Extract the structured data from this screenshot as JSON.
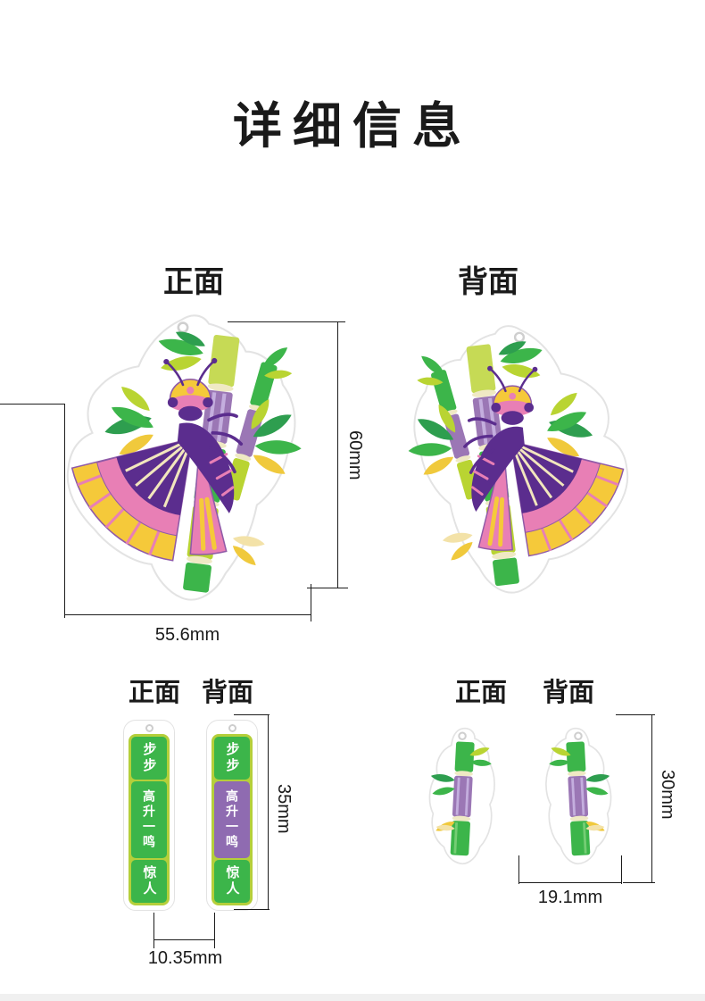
{
  "title": "详细信息",
  "main_view": {
    "front_label": "正面",
    "back_label": "背面",
    "height_dim": "60mm",
    "width_dim": "55.6mm"
  },
  "tag_view": {
    "front_label": "正面",
    "back_label": "背面",
    "height_dim": "35mm",
    "width_dim": "10.35mm",
    "phrase": "步步高升一鸣惊人",
    "segments": [
      "步步",
      "高升一鸣",
      "惊人"
    ]
  },
  "bamboo_view": {
    "front_label": "正面",
    "back_label": "背面",
    "height_dim": "30mm",
    "width_dim": "19.1mm"
  },
  "colors": {
    "purple": "#5b2d8e",
    "light_purple": "#9b77b5",
    "pink": "#e87fb5",
    "yellow": "#f5c93a",
    "green": "#3cb54a",
    "dark_green": "#2e9e4f",
    "light_green": "#b9d432",
    "cream": "#f3e2a8",
    "acrylic_outline": "#e3e3e3"
  }
}
